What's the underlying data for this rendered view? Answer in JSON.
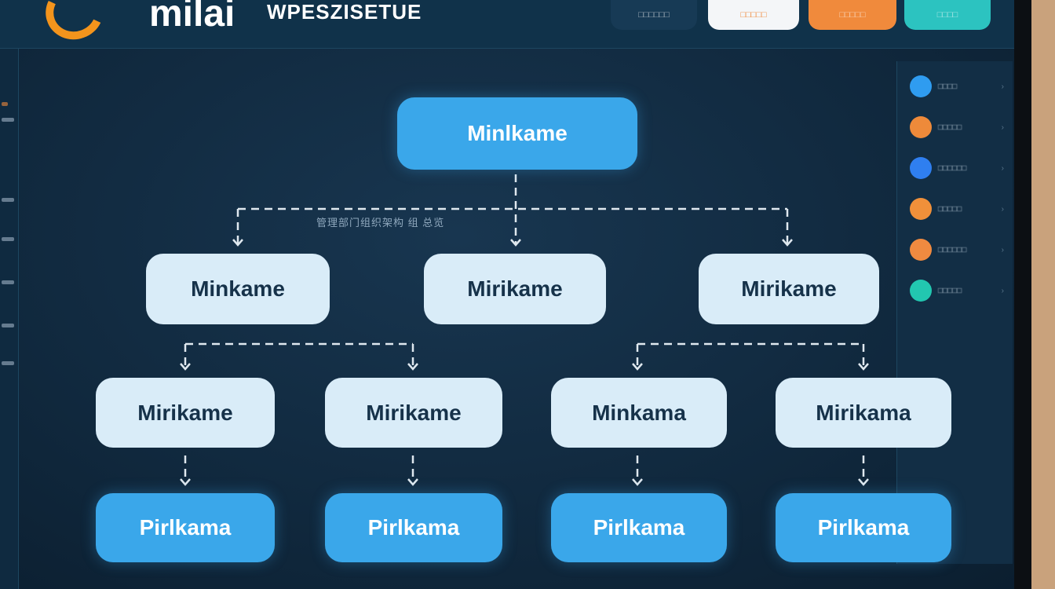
{
  "header": {
    "logo_text": "milai",
    "logo_subtitle": "WPESZISETUE",
    "buttons": [
      {
        "label": "□□□□□□",
        "color": "#173a55"
      },
      {
        "label": "□□□□□",
        "color": "#f4f6f8"
      },
      {
        "label": "□□□□□",
        "color": "#f08a3c"
      },
      {
        "label": "□□□□",
        "color": "#2cc3c0"
      }
    ]
  },
  "diagram": {
    "caption": "管理部门组织架构   组  总览",
    "root": "Minlkame",
    "level2": [
      "Minkame",
      "Mirikame",
      "Mirikame"
    ],
    "level3": [
      "Mirikame",
      "Mirikame",
      "Minkama",
      "Mirikama"
    ],
    "level4": [
      "Pirlkama",
      "Pirlkama",
      "Pirlkama",
      "Pirlkama"
    ]
  },
  "right_panel": {
    "items": [
      {
        "label": "□□□□",
        "color": "#2f9cf0"
      },
      {
        "label": "□□□□□",
        "color": "#ee8a3a"
      },
      {
        "label": "□□□□□□",
        "color": "#2f7ff0"
      },
      {
        "label": "□□□□□",
        "color": "#f0903a"
      },
      {
        "label": "□□□□□□",
        "color": "#f08a40"
      },
      {
        "label": "□□□□□",
        "color": "#22c7b0"
      }
    ]
  },
  "colors": {
    "accent": "#3aa7ea",
    "node_light": "#d9ecf8",
    "background": "#10283d",
    "logo": "#f3941c"
  }
}
